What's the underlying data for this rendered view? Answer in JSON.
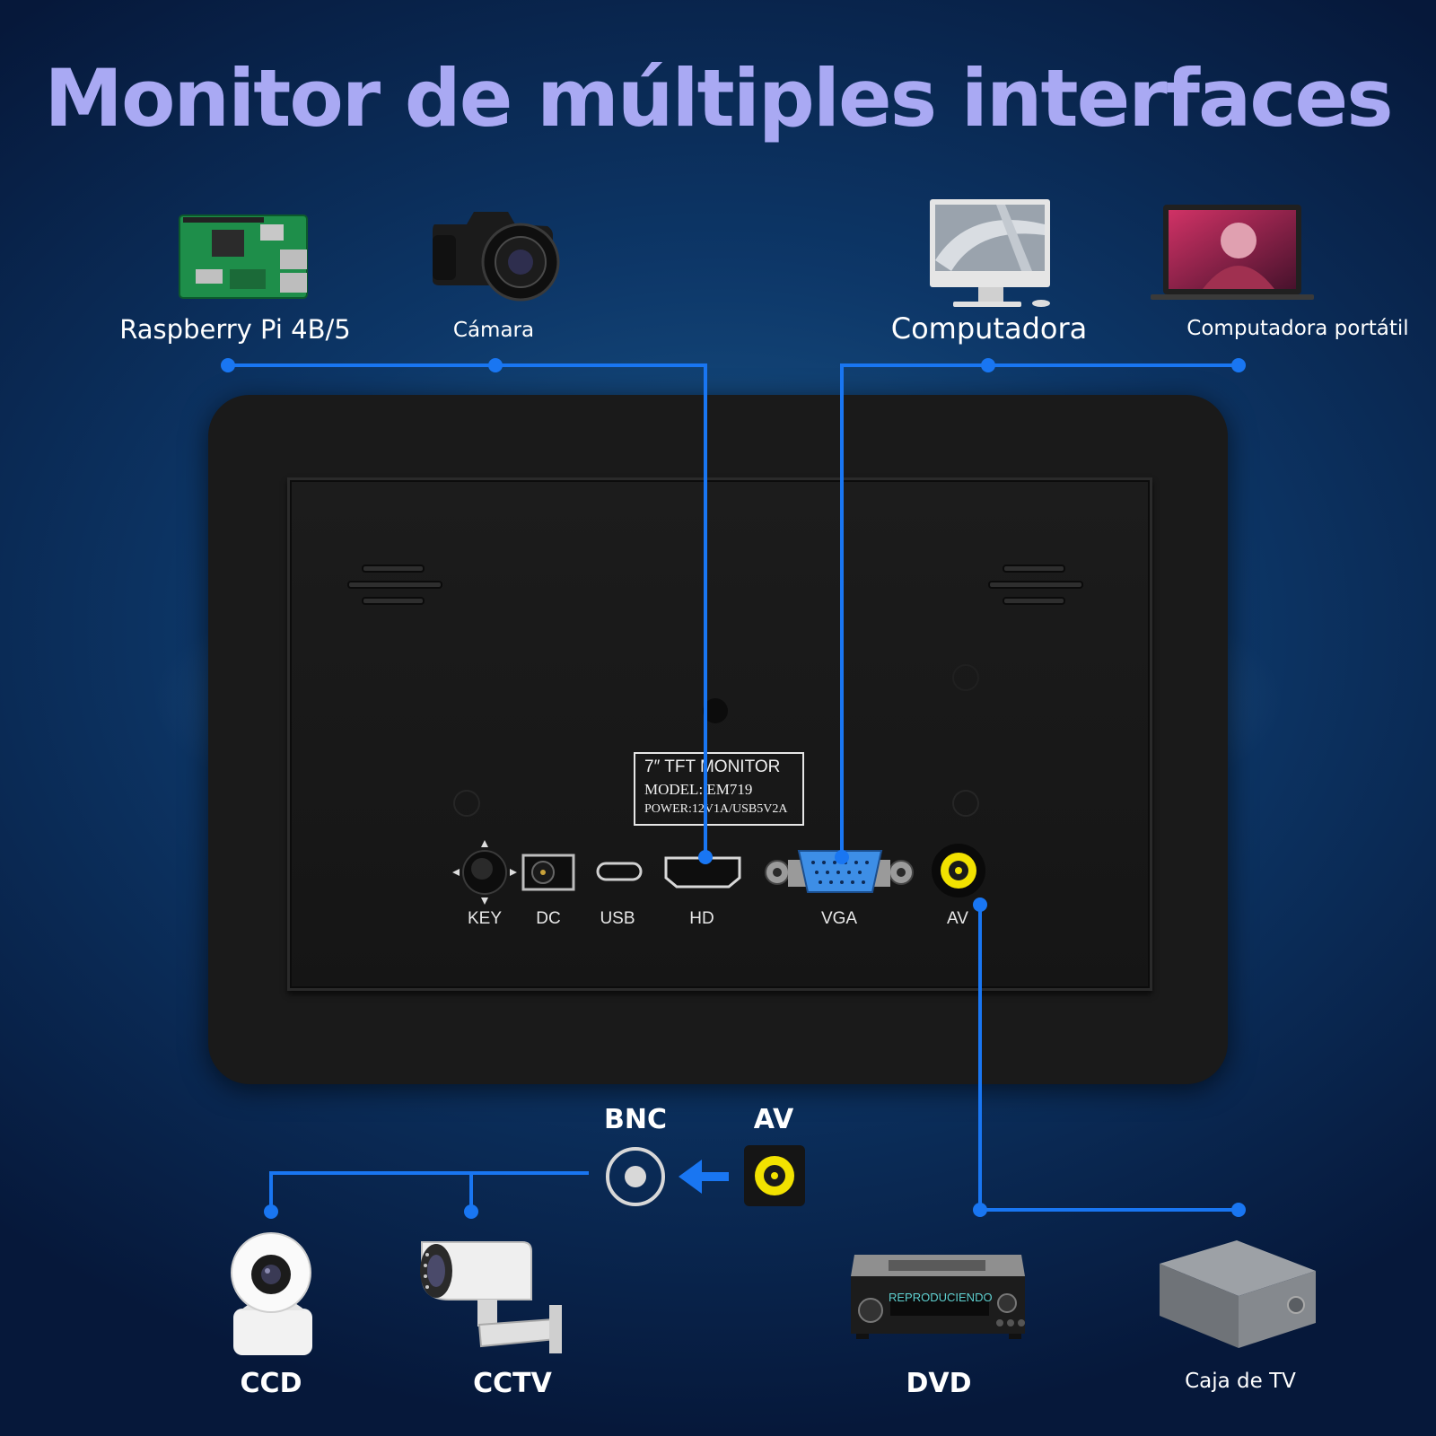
{
  "title": "Monitor de múltiples interfaces",
  "top_devices": {
    "raspberry": "Raspberry Pi 4B/5",
    "camera": "Cámara",
    "computer": "Computadora",
    "laptop": "Computadora portátil"
  },
  "monitor": {
    "spec_line1": "7″ TFT MONITOR",
    "spec_line2": "MODEL: EM719",
    "spec_line3": "POWER:12V1A/USB5V2A",
    "ports": {
      "key": "KEY",
      "dc": "DC",
      "usb": "USB",
      "hd": "HD",
      "vga": "VGA",
      "av": "AV"
    }
  },
  "adapter": {
    "bnc": "BNC",
    "av": "AV"
  },
  "bottom_devices": {
    "ccd": "CCD",
    "cctv": "CCTV",
    "dvd": "DVD",
    "dvd_display": "REPRODUCIENDO",
    "tvbox": "Caja de TV"
  },
  "colors": {
    "connector_line": "#1976f2",
    "title": "#a9a9f3",
    "av_yellow": "#f2e200"
  }
}
